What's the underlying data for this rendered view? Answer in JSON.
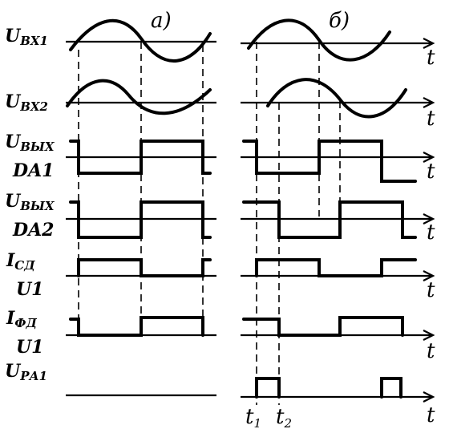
{
  "headers": {
    "a": "а)",
    "b": "б)"
  },
  "rows": [
    {
      "id": "ubx1",
      "main": "U",
      "sub": "ВХ1",
      "second": ""
    },
    {
      "id": "ubx2",
      "main": "U",
      "sub": "ВХ2",
      "second": ""
    },
    {
      "id": "uout1",
      "main": "U",
      "sub": "ВЫХ",
      "second": "DA1"
    },
    {
      "id": "uout2",
      "main": "U",
      "sub": "ВЫХ",
      "second": "DA2"
    },
    {
      "id": "isd",
      "main": "I",
      "sub": "СД",
      "second": "U1"
    },
    {
      "id": "ifd",
      "main": "I",
      "sub": "ФД",
      "second": "U1"
    },
    {
      "id": "upa",
      "main": "U",
      "sub": "РА1",
      "second": ""
    }
  ],
  "axis_label": "t",
  "time_marks": {
    "t1": {
      "main": "t",
      "sub": "1"
    },
    "t2": {
      "main": "t",
      "sub": "2"
    }
  }
}
